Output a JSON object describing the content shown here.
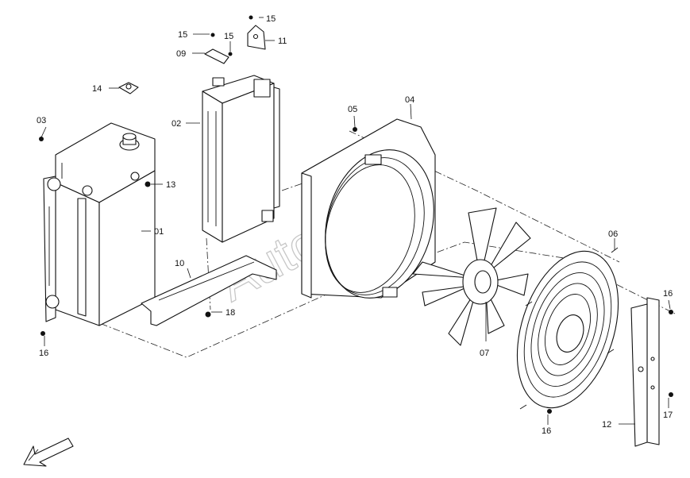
{
  "watermark": "AutoSoft",
  "labels": {
    "p01": "01",
    "p02": "02",
    "p03": "03",
    "p04": "04",
    "p05": "05",
    "p06": "06",
    "p07": "07",
    "p09": "09",
    "p10": "10",
    "p11": "11",
    "p12": "12",
    "p13": "13",
    "p14": "14",
    "p15a": "15",
    "p15b": "15",
    "p15c": "15",
    "p16a": "16",
    "p16b": "16",
    "p16c": "16",
    "p17": "17",
    "p18": "18"
  },
  "icons": {
    "direction": "direction-arrow-icon"
  }
}
